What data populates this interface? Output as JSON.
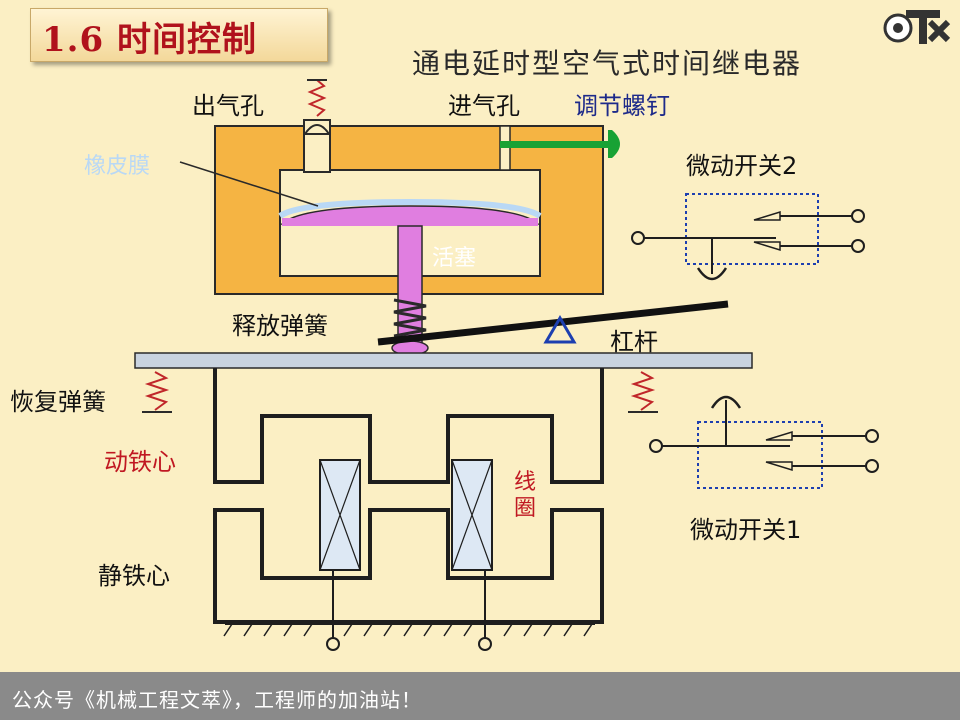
{
  "title": "1.6  时间控制",
  "subtitle": "通电延时型空气式时间继电器",
  "logo_text": "OTX",
  "footer": "公众号《机械工程文萃》，工程师的加油站！",
  "labels": {
    "outlet_hole": "出气孔",
    "inlet_hole": "进气孔",
    "adjust_screw": "调节螺钉",
    "rubber_membrane": "橡皮膜",
    "piston": "活塞",
    "release_spring": "释放弹簧",
    "lever": "杠杆",
    "return_spring": "恢复弹簧",
    "moving_core": "动铁心",
    "static_core": "静铁心",
    "coil": "线圈",
    "microswitch_2": "微动开关2",
    "microswitch_1": "微动开关1"
  },
  "colors": {
    "background": "#fbefc4",
    "chamber": "#f5b443",
    "piston": "#e07ee0",
    "membrane": "#b9d8f5",
    "core_line": "#1e1e1e",
    "screw": "#18a234",
    "title_red": "#b0121c",
    "label_red": "#c01822",
    "coil_fill": "#dde8f4"
  }
}
